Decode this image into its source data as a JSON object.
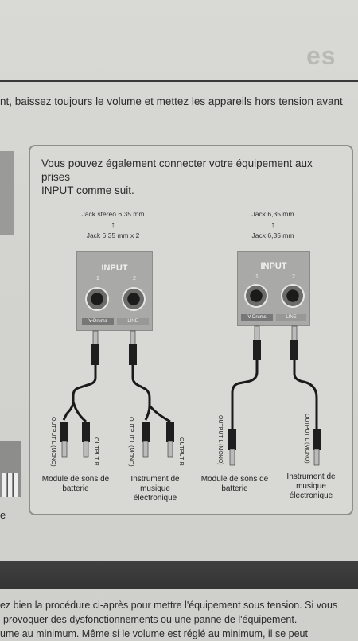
{
  "header": {
    "title_fragment": "es"
  },
  "top_text": "nt, baissez toujours le volume et mettez les appareils hors tension avant",
  "note": {
    "text_line1": "Vous pouvez également connecter votre équipement aux prises",
    "text_line2": "INPUT comme suit."
  },
  "diagram_left": {
    "caption_top": "Jack stéréo 6,35 mm",
    "arrow": "↕",
    "caption_bottom": "Jack 6,35 mm x 2",
    "panel_title": "INPUT",
    "jack1_num": "1",
    "jack2_num": "2",
    "plate1": "V-Drums",
    "plate2": "LINE",
    "plug_labels": [
      "OUTPUT L (MONO)",
      "OUTPUT R",
      "OUTPUT L (MONO)",
      "OUTPUT R"
    ],
    "device1": "Module de sons de batterie",
    "device2": "Instrument de musique électronique"
  },
  "diagram_right": {
    "caption_top": "Jack 6,35 mm",
    "arrow": "↕",
    "caption_bottom": "Jack 6,35 mm",
    "panel_title": "INPUT",
    "jack1_num": "1",
    "jack2_num": "2",
    "plate1": "V-Drums",
    "plate2": "LINE",
    "plug_labels": [
      "OUTPUT L (MONO)",
      "OUTPUT L (MONO)"
    ],
    "device1": "Module de sons de batterie",
    "device2": "Instrument de musique électronique"
  },
  "left_fragment": "e",
  "bottom_text": {
    "line1": "ez bien la procédure ci-après pour mettre l'équipement sous tension. Si vous",
    "line2": "provoquer des dysfonctionnements ou une panne de l'équipement.",
    "line3": "ume au minimum. Même si le volume est réglé au minimum, il se peut"
  },
  "colors": {
    "panel": "#a9aaa8",
    "band": "#3a3a3a",
    "rule": "#3a3a3a"
  }
}
